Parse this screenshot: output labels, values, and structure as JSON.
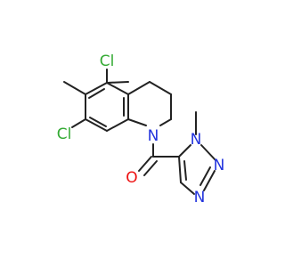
{
  "molecule": {
    "atoms": {
      "cl5": {
        "label": "Cl",
        "color": "#33aa33"
      },
      "cl7": {
        "label": "Cl",
        "color": "#33aa33"
      },
      "n1": {
        "label": "N",
        "color": "#2233dd"
      },
      "o": {
        "label": "O",
        "color": "#ee1111"
      },
      "n_methyl": {
        "label": "N",
        "color": "#2233dd"
      },
      "n_mid": {
        "label": "N",
        "color": "#2233dd"
      },
      "n_low": {
        "label": "N",
        "color": "#2233dd"
      }
    },
    "colors": {
      "carbon_bond": "#222222",
      "background": "#ffffff"
    }
  }
}
